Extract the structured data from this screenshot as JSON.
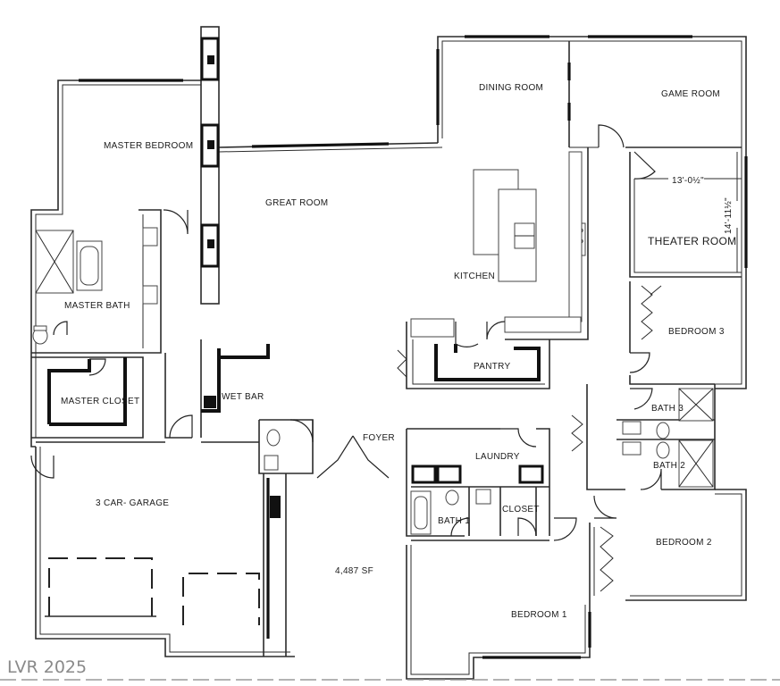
{
  "rooms": {
    "dining_room": "DINING ROOM",
    "game_room": "GAME ROOM",
    "master_bedroom": "MASTER BEDROOM",
    "great_room": "GREAT ROOM",
    "theater_room": "THEATER ROOM",
    "theater_width": "13'-0½\"",
    "theater_length": "14'-11½\"",
    "master_bath": "MASTER BATH",
    "kitchen": "KITCHEN",
    "bedroom_3": "BEDROOM 3",
    "pantry": "PANTRY",
    "master_closet": "MASTER CLOSET",
    "wet_bar": "WET BAR",
    "bath_3": "BATH 3",
    "foyer": "FOYER",
    "laundry": "LAUNDRY",
    "bath_2": "BATH 2",
    "garage": "3 CAR- GARAGE",
    "bath_1": "BATH 1",
    "closet": "CLOSET",
    "bedroom_2": "BEDROOM 2",
    "bedroom_1": "BEDROOM 1"
  },
  "area": "4,487  SF",
  "watermark": "LVR 2025",
  "colors": {
    "ink": "#2b2b2b",
    "background": "#ffffff",
    "watermark": "#8a8a8a"
  }
}
